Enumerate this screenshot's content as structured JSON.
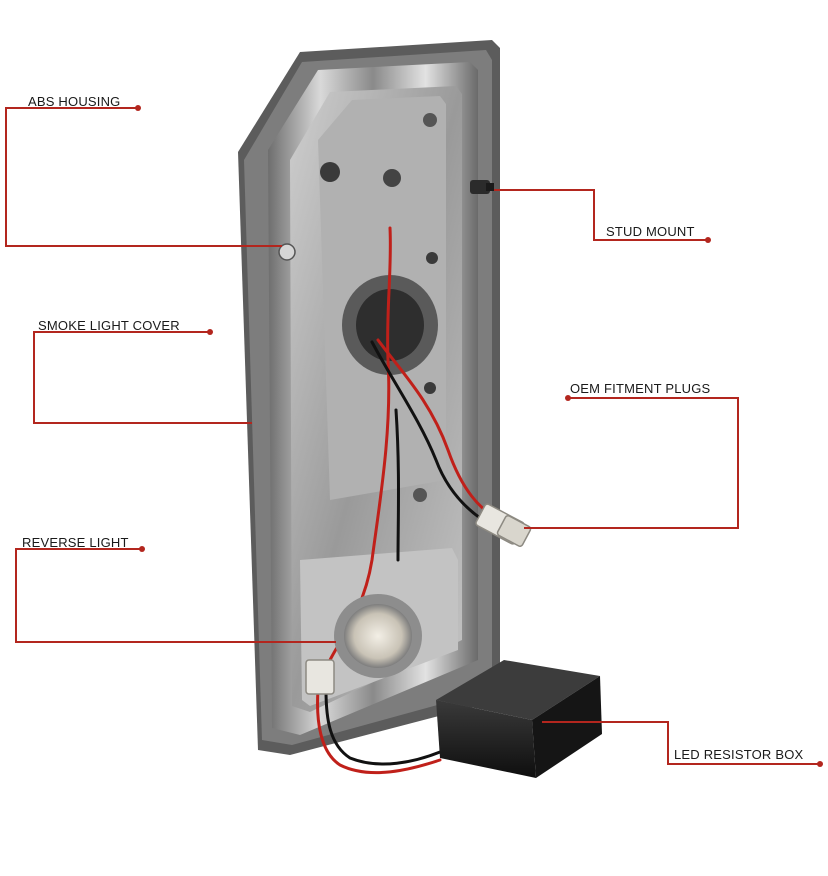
{
  "callouts": {
    "abs_housing": "ABS HOUSING",
    "stud_mount": "STUD MOUNT",
    "smoke_light_cover": "SMOKE LIGHT COVER",
    "oem_fitment_plugs": "OEM FITMENT PLUGS",
    "reverse_light": "REVERSE LIGHT",
    "led_resistor_box": "LED RESISTOR BOX"
  },
  "colors": {
    "leader_line": "#b3261e",
    "label_text": "#1a1a1a",
    "housing_chrome": "#b8b8b8",
    "housing_dark": "#3a3a3a",
    "resistor_box": "#1c1c1c",
    "wire_red": "#c0201a",
    "wire_black": "#111111",
    "plug_white": "#e8e6e0"
  }
}
